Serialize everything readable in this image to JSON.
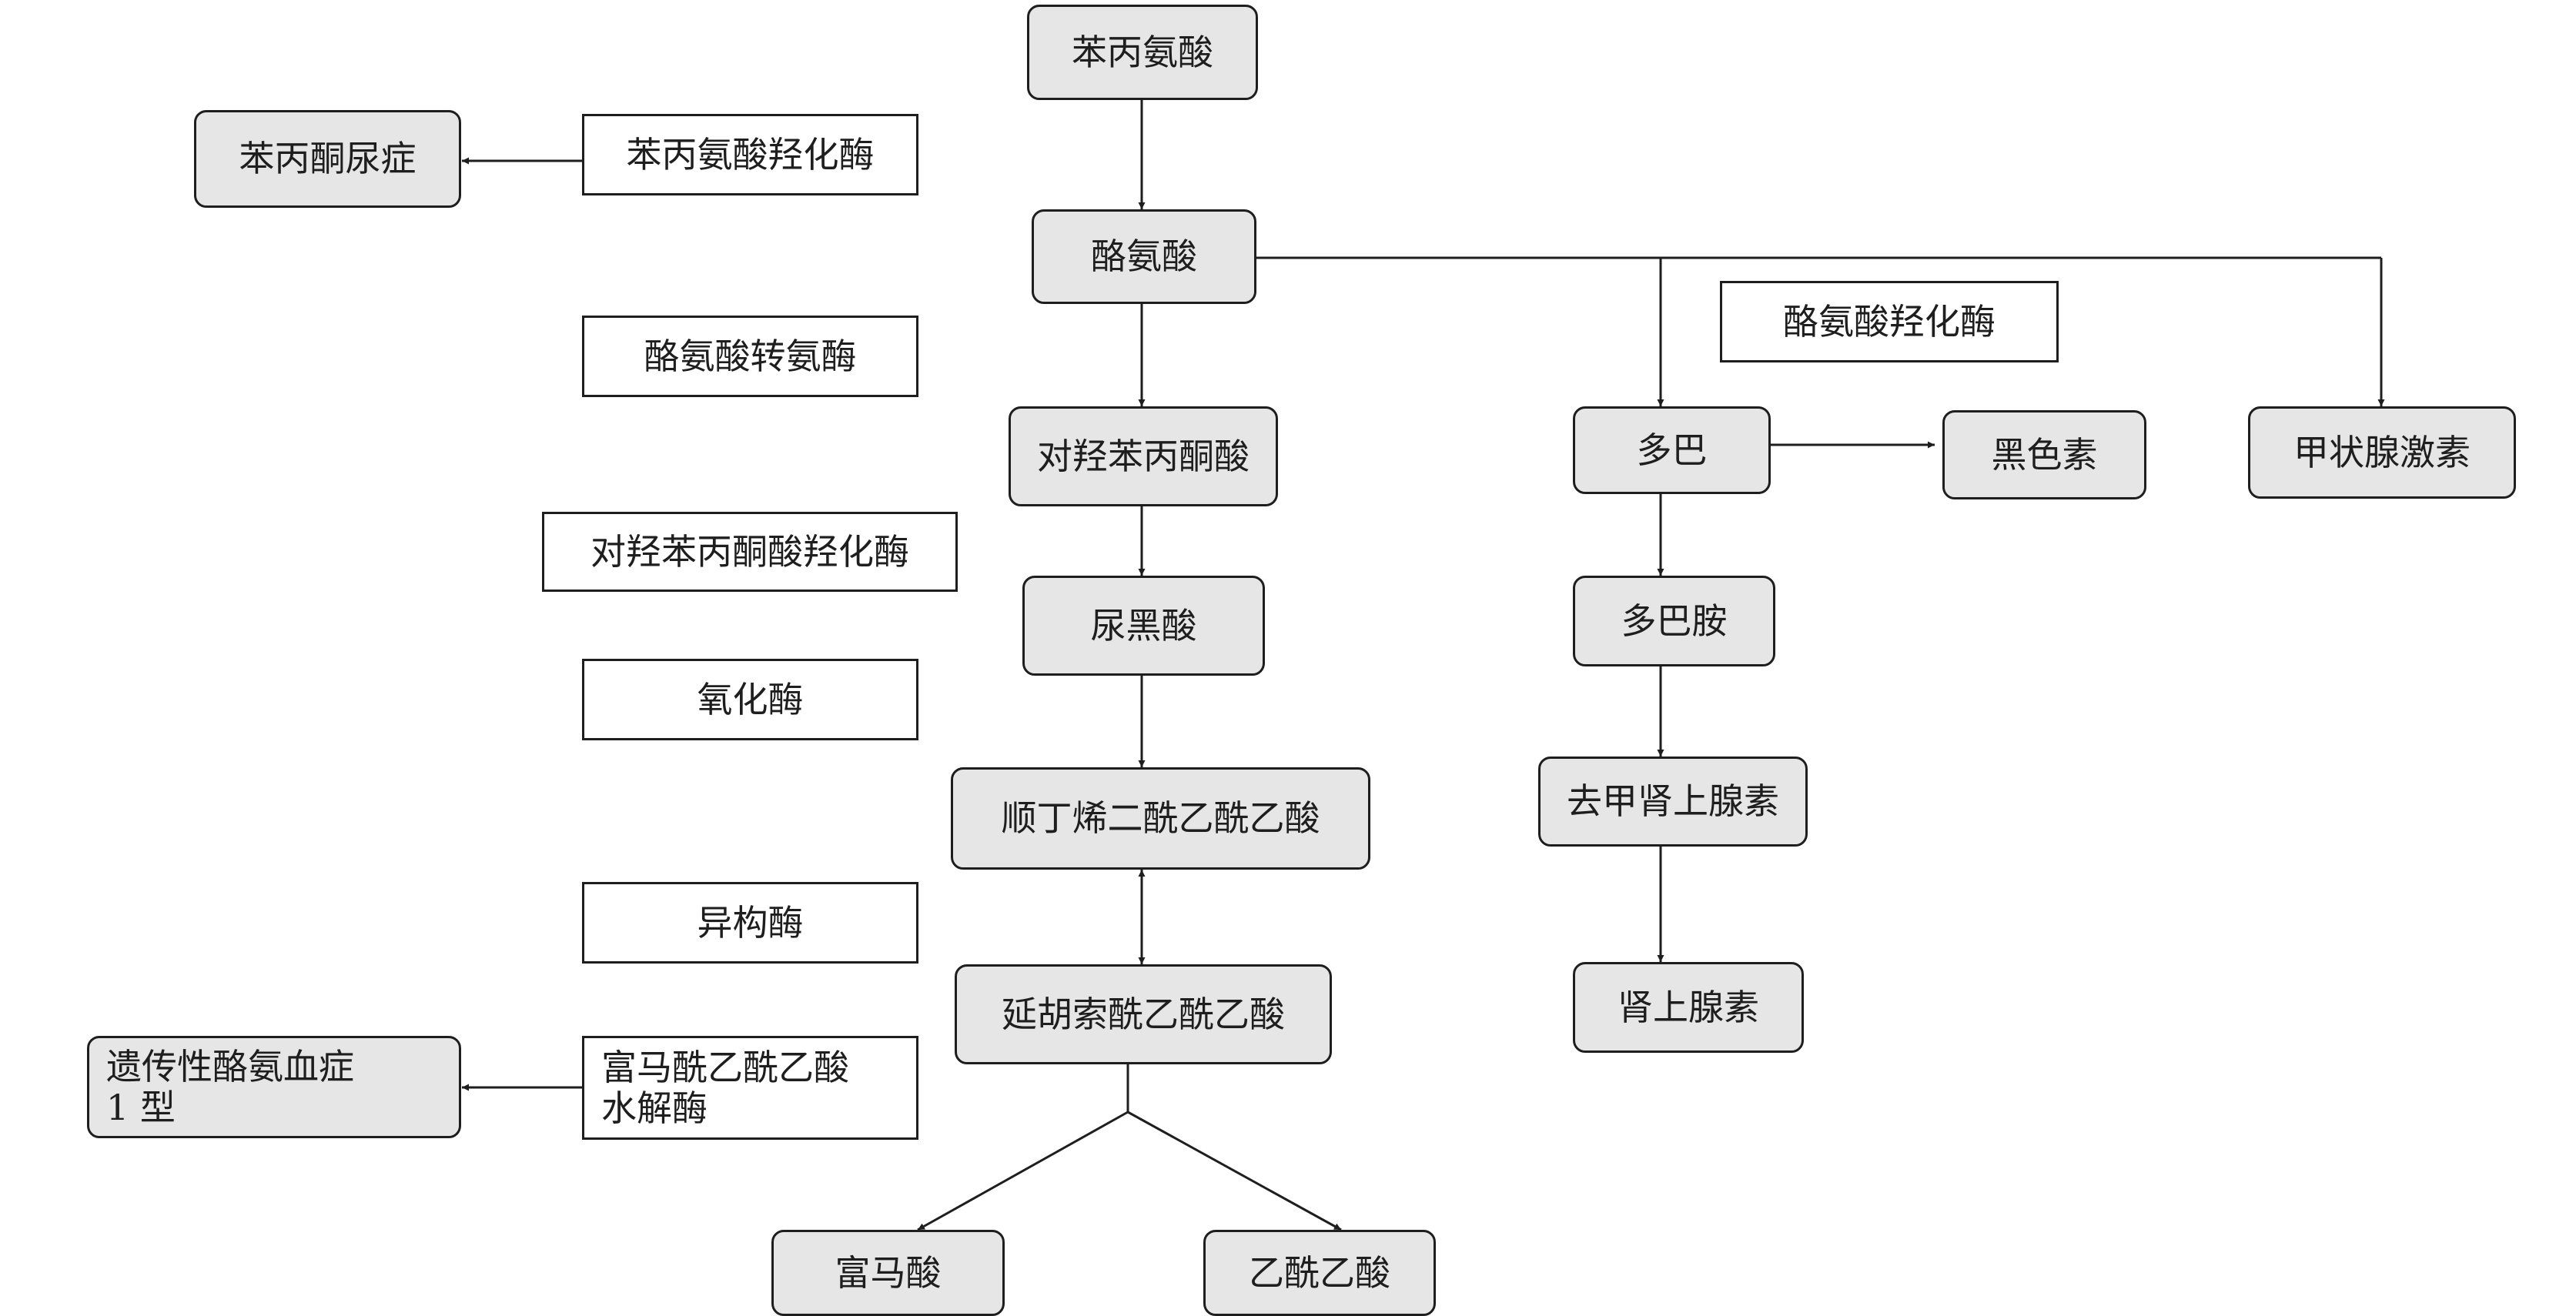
{
  "nodes": {
    "phenylalanine": "苯丙氨酸",
    "tyrosine": "酪氨酸",
    "p_hydroxyphenylpyruvate": "对羟苯丙酮酸",
    "homogentisate": "尿黑酸",
    "maleylacetoacetate": "顺丁烯二酰乙酰乙酸",
    "fumarylacetoacetate": "延胡索酰乙酰乙酸",
    "fumarate": "富马酸",
    "acetoacetate": "乙酰乙酸",
    "dopa": "多巴",
    "melanin": "黑色素",
    "thyroid_hormone": "甲状腺激素",
    "dopamine": "多巴胺",
    "norepinephrine": "去甲肾上腺素",
    "epinephrine": "肾上腺素",
    "pku": "苯丙酮尿症",
    "tyrosinemia_line1": "遗传性酪氨血症",
    "tyrosinemia_line2": "1 型"
  },
  "enzymes": {
    "phenylalanine_hydroxylase": "苯丙氨酸羟化酶",
    "tyrosine_aminotransferase": "酪氨酸转氨酶",
    "hppd": "对羟苯丙酮酸羟化酶",
    "oxidase": "氧化酶",
    "isomerase": "异构酶",
    "fah_line1": "富马酰乙酰乙酸",
    "fah_line2": "水解酶",
    "tyrosine_hydroxylase": "酪氨酸羟化酶"
  }
}
